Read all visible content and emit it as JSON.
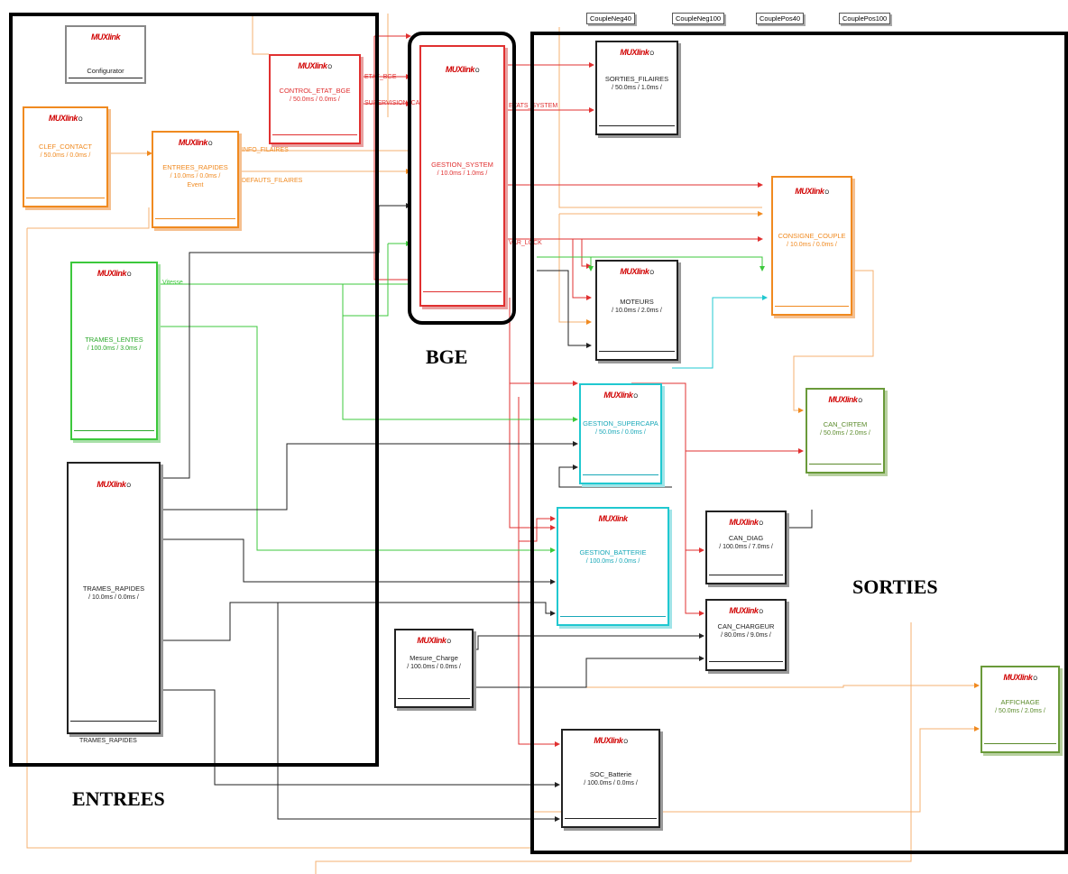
{
  "frames": {
    "entrees": "ENTREES",
    "bge": "BGE",
    "sorties": "SORTIES"
  },
  "logo_text": "MUXlink",
  "logo_suffix": "O",
  "tags": [
    "CoupleNeg40",
    "CoupleNeg100",
    "CouplePos40",
    "CouplePos100"
  ],
  "blocks": {
    "configurator": {
      "name": "Configurator"
    },
    "clef_contact": {
      "name": "CLEF_CONTACT",
      "timing": "/ 50.0ms / 0.0ms /"
    },
    "entrees_rapides": {
      "name": "ENTREES_RAPIDES",
      "timing": "/ 10.0ms / 0.0ms /",
      "extra": "Event"
    },
    "control_etat_bge": {
      "name": "CONTROL_ETAT_BGE",
      "timing": "/ 50.0ms / 0.0ms /"
    },
    "trames_lentes": {
      "name": "TRAMES_LENTES",
      "timing": "/ 100.0ms / 3.0ms /"
    },
    "trames_rapides": {
      "name": "TRAMES_RAPIDES",
      "timing": "/ 10.0ms / 0.0ms /",
      "caption": "TRAMES_RAPIDES"
    },
    "gestion_system": {
      "name": "GESTION_SYSTEM",
      "timing": "/ 10.0ms / 1.0ms /"
    },
    "sorties_filaires": {
      "name": "SORTIES_FILAIRES",
      "timing": "/ 50.0ms / 1.0ms /"
    },
    "consigne_couple": {
      "name": "CONSIGNE_COUPLE",
      "timing": "/ 10.0ms / 0.0ms /"
    },
    "moteurs": {
      "name": "MOTEURS",
      "timing": "/ 10.0ms / 2.0ms /"
    },
    "gestion_supercapa": {
      "name": "GESTION_SUPERCAPA",
      "timing": "/ 50.0ms / 0.0ms /"
    },
    "can_cirtem": {
      "name": "CAN_CIRTEM",
      "timing": "/ 50.0ms / 2.0ms /"
    },
    "gestion_batterie": {
      "name": "GESTION_BATTERIE",
      "timing": "/ 100.0ms / 0.0ms /"
    },
    "can_diag": {
      "name": "CAN_DIAG",
      "timing": "/ 100.0ms / 7.0ms /"
    },
    "can_chargeur": {
      "name": "CAN_CHARGEUR",
      "timing": "/ 80.0ms / 9.0ms /"
    },
    "mesure_charge": {
      "name": "Mesure_Charge",
      "timing": "/ 100.0ms / 0.0ms /"
    },
    "affichage": {
      "name": "AFFICHAGE",
      "timing": "/ 50.0ms / 2.0ms /"
    },
    "soc_batterie": {
      "name": "SOC_Batterie",
      "timing": "/ 100.0ms / 0.0ms /"
    }
  },
  "signals": {
    "etat_bge": "ETAT_BGE",
    "supervision_can": "SUPERVISION_CAN",
    "info_filaires": "INFO_FILAIRES",
    "defauts_filaires": "DEFAUTS_FILAIRES",
    "etats_system": "ETATS_SYSTEM",
    "var_lock": "VAR_LOCK",
    "vitesse": "Vitesse"
  },
  "colors": {
    "red": "#e03030",
    "orange": "#f08a20",
    "green": "#3cc83c",
    "cyan": "#20c8d0",
    "black": "#222222",
    "olive": "#6a9a3a"
  }
}
